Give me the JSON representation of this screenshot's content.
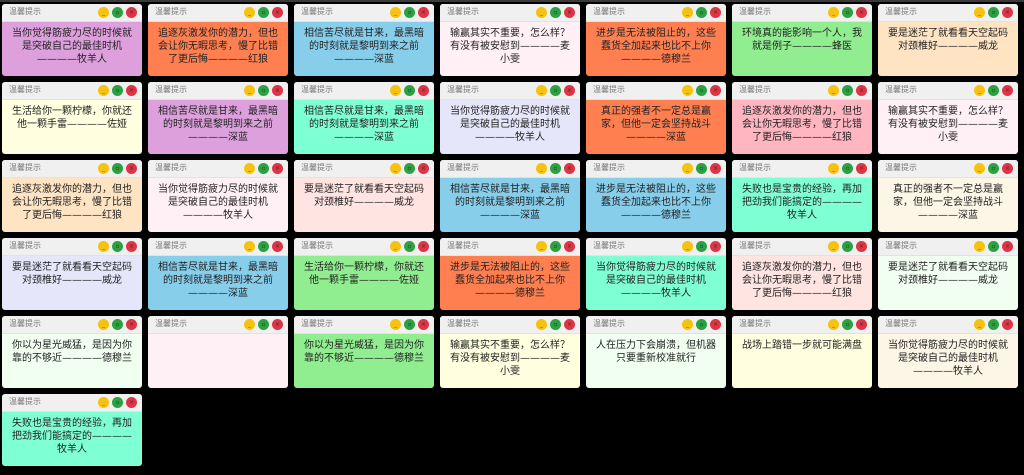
{
  "window_title": "温馨提示",
  "buttons": {
    "minimize": "_",
    "maximize": "▫",
    "close": "×"
  },
  "button_colors": {
    "minimize": "#f5c211",
    "maximize": "#2ea043",
    "close": "#dc3545"
  },
  "windows": [
    {
      "color": "#dda0dd",
      "text": "当你觉得筋疲力尽的时候就是突破自己的最佳时机————牧羊人"
    },
    {
      "color": "#ff7f50",
      "text": "追逐灰激发你的潜力，但也会让你无暇思考，慢了比错了更后悔————红狼"
    },
    {
      "color": "#87ceeb",
      "text": "相信苦尽就是甘来，最黑暗的时刻就是黎明到来之前————深蓝"
    },
    {
      "color": "#fff0f5",
      "text": "输赢其实不重要，怎么样？有没有被安慰到————麦小雯"
    },
    {
      "color": "#ff7f50",
      "text": "进步是无法被阻止的，这些蠢货全加起来也比不上你————德穆兰"
    },
    {
      "color": "#90ee90",
      "text": "环境真的能影响一个人，我就是例子————蜂医"
    },
    {
      "color": "#ffe4c4",
      "text": "要是迷茫了就看看天空起码对颈椎好————威龙"
    },
    {
      "color": "#ffffe0",
      "text": "生活给你一颗柠檬，你就还他一颗手雷————佐娅"
    },
    {
      "color": "#dda0dd",
      "text": "相信苦尽就是甘来，最黑暗的时刻就是黎明到来之前————深蓝"
    },
    {
      "color": "#7fffd4",
      "text": "相信苦尽就是甘来，最黑暗的时刻就是黎明到来之前————深蓝"
    },
    {
      "color": "#e6e6fa",
      "text": "当你觉得筋疲力尽的时候就是突破自己的最佳时机————牧羊人"
    },
    {
      "color": "#ff7f50",
      "text": "真正的强者不一定总是赢家，但他一定会坚持战斗————深蓝"
    },
    {
      "color": "#ffb6c1",
      "text": "追逐灰激发你的潜力，但也会让你无暇思考，慢了比错了更后悔————红狼"
    },
    {
      "color": "#fff0f5",
      "text": "输赢其实不重要，怎么样？有没有被安慰到————麦小雯"
    },
    {
      "color": "#ffe4c4",
      "text": "追逐灰激发你的潜力，但也会让你无暇思考，慢了比错了更后悔————红狼"
    },
    {
      "color": "#fff0f5",
      "text": "当你觉得筋疲力尽的时候就是突破自己的最佳时机————牧羊人"
    },
    {
      "color": "#ffe4e1",
      "text": "要是迷茫了就看看天空起码对颈椎好————威龙"
    },
    {
      "color": "#87ceeb",
      "text": "相信苦尽就是甘来，最黑暗的时刻就是黎明到来之前————深蓝"
    },
    {
      "color": "#87ceeb",
      "text": "进步是无法被阻止的，这些蠢货全加起来也比不上你————德穆兰"
    },
    {
      "color": "#7fffd4",
      "text": "失败也是宝贵的经验，再加把劲我们能搞定的————牧羊人"
    },
    {
      "color": "#fdf5e6",
      "text": "真正的强者不一定总是赢家，但他一定会坚持战斗————深蓝"
    },
    {
      "color": "#e6e6fa",
      "text": "要是迷茫了就看看天空起码对颈椎好————威龙"
    },
    {
      "color": "#87ceeb",
      "text": "相信苦尽就是甘来，最黑暗的时刻就是黎明到来之前————深蓝"
    },
    {
      "color": "#90ee90",
      "text": "生活给你一颗柠檬，你就还他一颗手雷————佐娅"
    },
    {
      "color": "#ff7f50",
      "text": "进步是无法被阻止的，这些蠢货全加起来也比不上你————德穆兰"
    },
    {
      "color": "#7fffd4",
      "text": "当你觉得筋疲力尽的时候就是突破自己的最佳时机————牧羊人"
    },
    {
      "color": "#ffe4e1",
      "text": "追逐灰激发你的潜力，但也会让你无暇思考，慢了比错了更后悔————红狼"
    },
    {
      "color": "#f0fff0",
      "text": "要是迷茫了就看看天空起码对颈椎好————威龙"
    },
    {
      "color": "#f0fff0",
      "text": "你以为星光威猛，是因为你靠的不够近————德穆兰"
    },
    {
      "color": "#fff0f5",
      "text": ""
    },
    {
      "color": "#90ee90",
      "text": "你以为星光威猛，是因为你靠的不够近————德穆兰"
    },
    {
      "color": "#ffffe0",
      "text": "输赢其实不重要，怎么样？有没有被安慰到————麦小雯"
    },
    {
      "color": "#f0fff0",
      "text": "人在压力下会崩溃，但机器只要重新校准就行"
    },
    {
      "color": "#ffffe0",
      "text": "战场上踏错一步就可能满盘"
    },
    {
      "color": "#fdf5e6",
      "text": "当你觉得筋疲力尽的时候就是突破自己的最佳时机————牧羊人"
    },
    {
      "color": "#7fffd4",
      "text": "失败也是宝贵的经验，再加把劲我们能搞定的————牧羊人"
    }
  ]
}
